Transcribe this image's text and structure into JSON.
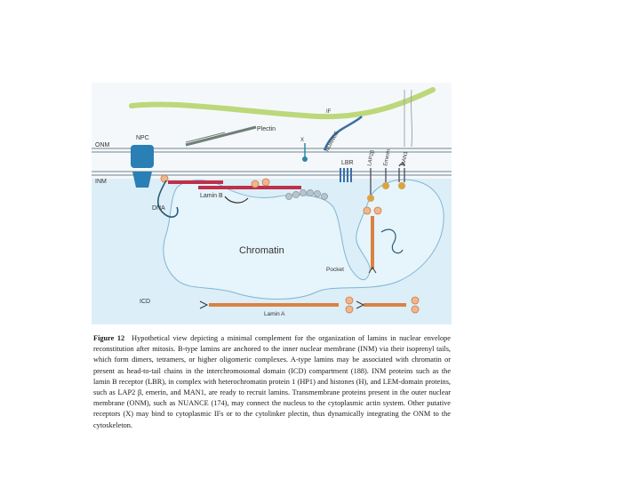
{
  "figure": {
    "labels": {
      "onm": "ONM",
      "npc": "NPC",
      "inm": "INM",
      "dna": "DNA",
      "plectin": "Plectin",
      "if": "IF",
      "x": "X",
      "nuance": "NUANCE",
      "lbr": "LBR",
      "lap2b": "LAP2β",
      "emerin": "Emerin",
      "man1": "MAN1",
      "lamin_b": "Lamin B",
      "chromatin": "Chromatin",
      "pocket": "Pocket",
      "icd": "ICD",
      "lamin_a": "Lamin A"
    },
    "colors": {
      "background": "#f5f8fa",
      "nucleus": "#dceef8",
      "membrane": "#8a9aa6",
      "intermediate_filament": "#bcd87a",
      "npc": "#2a7fb4",
      "lamin_b": "#c0304a",
      "lamin_a": "#d98242",
      "dna": "#2a5a78",
      "leucine_head": "#f2b68c"
    }
  },
  "caption": {
    "figure_number": "Figure 12",
    "text": "Hypothetical view depicting a minimal complement for the organization of lamins in nuclear envelope reconstitution after mitosis. B-type lamins are anchored to the inner nuclear membrane (INM) via their isoprenyl tails, which form dimers, tetramers, or higher oligomeric complexes. A-type lamins may be associated with chromatin or present as head-to-tail chains in the interchromosomal domain (ICD) compartment (188). INM proteins such as the lamin B receptor (LBR), in complex with heterochromatin protein 1 (HP1) and histones (H), and LEM-domain proteins, such as LAP2 β, emerin, and MAN1, are ready to recruit lamins. Transmembrane proteins present in the outer nuclear membrane (ONM), such as NUANCE (174), may connect the nucleus to the cytoplasmic actin system. Other putative receptors (X) may bind to cytoplasmic IFs or to the cytolinker plectin, thus dynamically integrating the ONM to the cytoskeleton."
  }
}
